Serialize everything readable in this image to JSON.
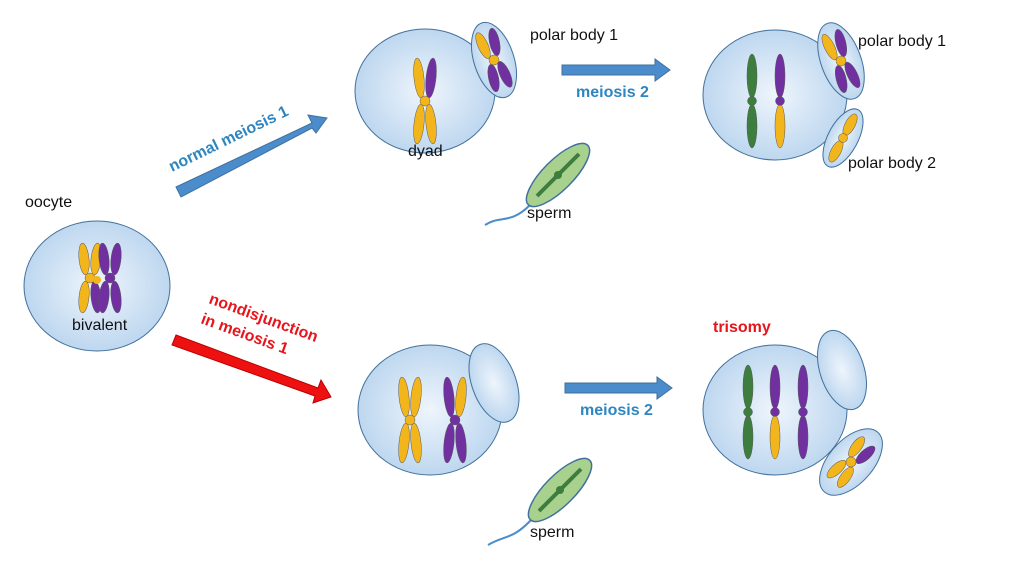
{
  "labels": {
    "oocyte": "oocyte",
    "bivalent": "bivalent",
    "normal_meiosis_1": "normal meiosis 1",
    "nondisjunction_line1": "nondisjunction",
    "nondisjunction_line2": "in meiosis 1",
    "polar_body_1_top_mid": "polar body 1",
    "dyad": "dyad",
    "sperm_top": "sperm",
    "meiosis_2_top": "meiosis 2",
    "polar_body_1_top_right": "polar body 1",
    "polar_body_2_top_right": "polar body 2",
    "meiosis_2_bottom": "meiosis 2",
    "sperm_bottom": "sperm",
    "trisomy": "trisomy"
  },
  "colors": {
    "cell_fill": "#c5dcf0",
    "cell_stroke": "#41719c",
    "maternal_yellow": "#f2b51c",
    "paternal_purple": "#7030a0",
    "sperm_green": "#3d7d3d",
    "sperm_fill": "#a9d18e",
    "normal_arrow": "#4a8ccc",
    "nondisjunction_arrow": "#ee1111"
  }
}
